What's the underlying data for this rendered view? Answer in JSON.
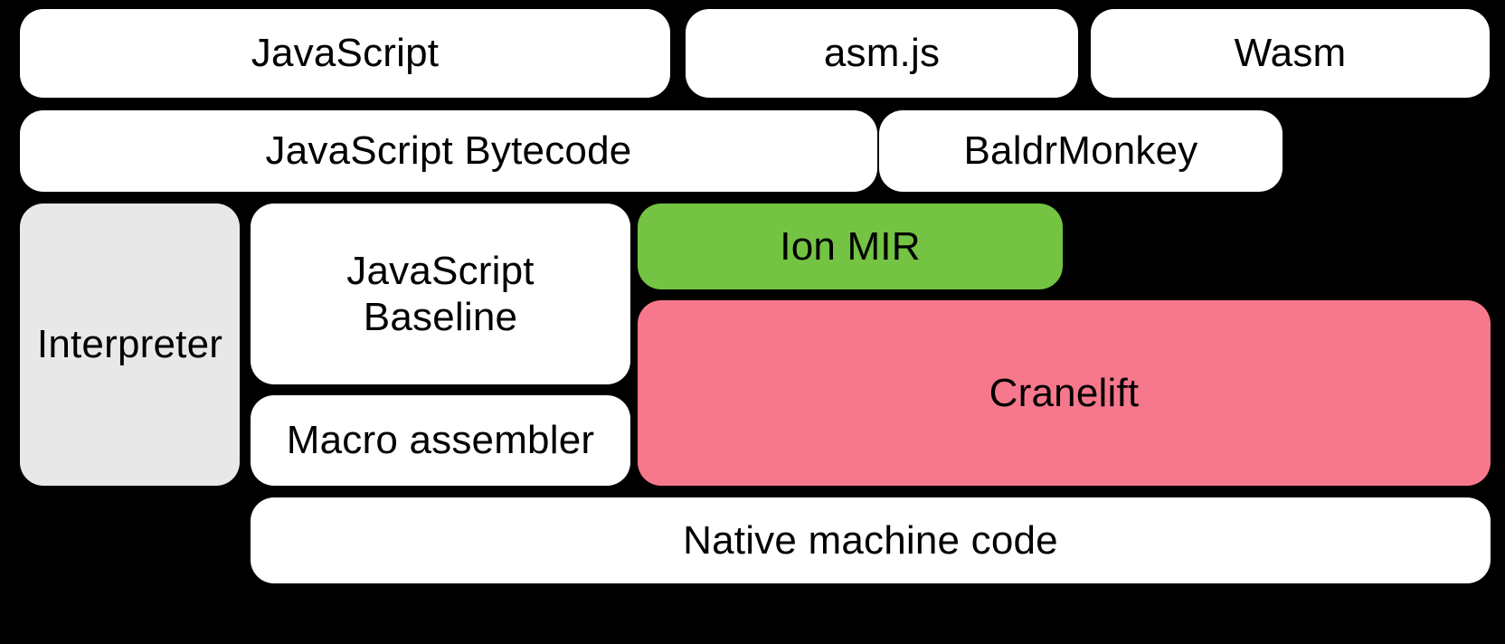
{
  "diagram": {
    "title": "SpiderMonkey JavaScript and WebAssembly compilation pipeline",
    "background_color": "#000000",
    "colors": {
      "white": "#ffffff",
      "gray": "#e8e8e8",
      "green": "#74c342",
      "pink": "#f7788c",
      "text": "#000000"
    },
    "rows": [
      {
        "name": "source-languages",
        "boxes": [
          {
            "label": "JavaScript",
            "fill": "#ffffff"
          },
          {
            "label": "asm.js",
            "fill": "#ffffff"
          },
          {
            "label": "Wasm",
            "fill": "#ffffff"
          }
        ]
      },
      {
        "name": "intermediate-representations",
        "boxes": [
          {
            "label": "JavaScript Bytecode",
            "fill": "#ffffff"
          },
          {
            "label": "BaldrMonkey",
            "fill": "#ffffff"
          }
        ]
      },
      {
        "name": "execution-tiers",
        "boxes": [
          {
            "label": "Interpreter",
            "fill": "#e8e8e8"
          },
          {
            "label": "JavaScript\nBaseline",
            "fill": "#ffffff"
          },
          {
            "label": "Macro assembler",
            "fill": "#ffffff"
          },
          {
            "label": "Ion MIR",
            "fill": "#74c342"
          },
          {
            "label": "Cranelift",
            "fill": "#f7788c"
          }
        ]
      },
      {
        "name": "output",
        "boxes": [
          {
            "label": "Native machine code",
            "fill": "#ffffff"
          }
        ]
      }
    ]
  },
  "labels": {
    "javascript": "JavaScript",
    "asmjs": "asm.js",
    "wasm": "Wasm",
    "js_bytecode": "JavaScript Bytecode",
    "baldrmonkey": "BaldrMonkey",
    "interpreter": "Interpreter",
    "js_baseline": "JavaScript\nBaseline",
    "macro_assembler": "Macro assembler",
    "ion_mir": "Ion MIR",
    "cranelift": "Cranelift",
    "native_machine_code": "Native machine code"
  }
}
